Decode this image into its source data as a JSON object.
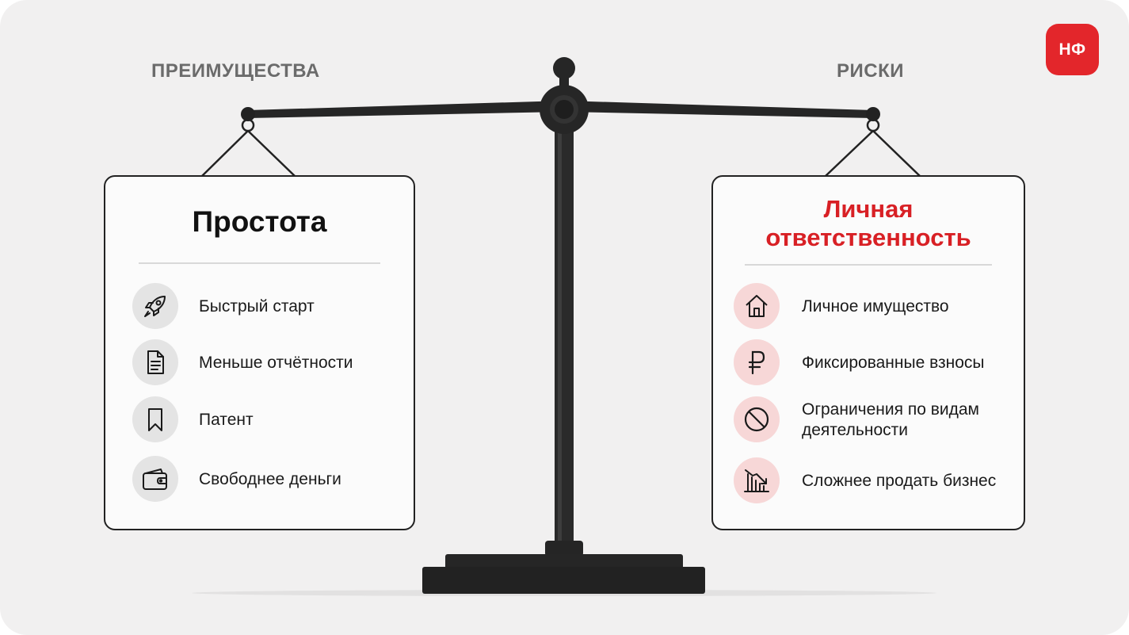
{
  "logo": {
    "text": "НФ",
    "color": "#e3262b"
  },
  "left": {
    "title": "ПРЕИМУЩЕСТВА",
    "heading": "Простота",
    "items": [
      {
        "label": "Быстрый старт",
        "icon": "rocket-icon"
      },
      {
        "label": "Меньше отчётности",
        "icon": "document-icon"
      },
      {
        "label": "Патент",
        "icon": "bookmark-icon"
      },
      {
        "label": "Свободнее деньги",
        "icon": "wallet-icon"
      }
    ]
  },
  "right": {
    "title": "РИСКИ",
    "heading_line1": "Личная",
    "heading_line2": "ответственность",
    "accent": "#d82025",
    "items": [
      {
        "label": "Личное имущество",
        "icon": "house-icon"
      },
      {
        "label": "Фиксированные взносы",
        "icon": "ruble-icon"
      },
      {
        "label_line1": "Ограничения по видам",
        "label_line2": "деятельности",
        "icon": "prohibited-icon"
      },
      {
        "label": "Сложнее продать бизнес",
        "icon": "declining-chart-icon"
      }
    ]
  }
}
